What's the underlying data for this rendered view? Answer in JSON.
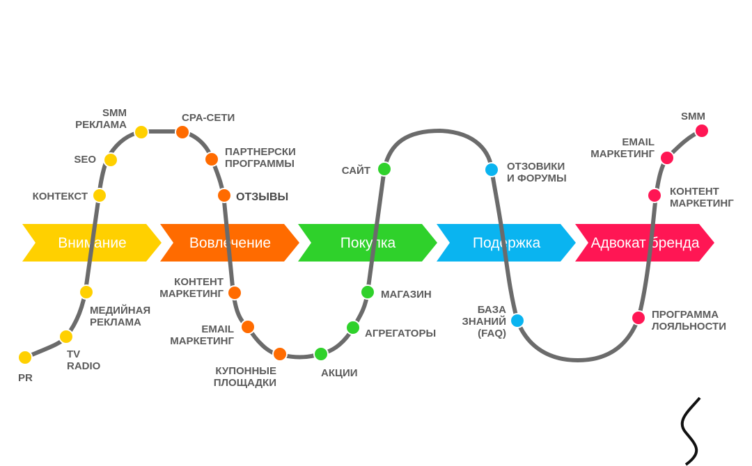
{
  "colors": {
    "path": "#6b6b6b",
    "yellow": "#ffd000",
    "orange": "#ff6b00",
    "green": "#2fd12b",
    "blue": "#0ab4f0",
    "red": "#ff1654"
  },
  "stages": [
    {
      "label": "Внимание",
      "color": "yellow"
    },
    {
      "label": "Вовлечение",
      "color": "orange"
    },
    {
      "label": "Покупка",
      "color": "green"
    },
    {
      "label": "Подержка",
      "color": "blue"
    },
    {
      "label": "Адвокат бренда",
      "color": "red"
    }
  ],
  "points": [
    {
      "id": "pr",
      "lines": [
        "PR"
      ],
      "color": "yellow"
    },
    {
      "id": "tv-radio",
      "lines": [
        "TV",
        "RADIO"
      ],
      "color": "yellow"
    },
    {
      "id": "media-ads",
      "lines": [
        "МЕДИЙНАЯ",
        "РЕКЛАМА"
      ],
      "color": "yellow"
    },
    {
      "id": "context",
      "lines": [
        "КОНТЕКСТ"
      ],
      "color": "yellow"
    },
    {
      "id": "seo",
      "lines": [
        "SEO"
      ],
      "color": "yellow"
    },
    {
      "id": "smm-ads",
      "lines": [
        "SMM",
        "РЕКЛАМА"
      ],
      "color": "yellow"
    },
    {
      "id": "cpa",
      "lines": [
        "CPA-СЕТИ"
      ],
      "color": "orange"
    },
    {
      "id": "partner",
      "lines": [
        "ПАРТНЕРСКИ",
        "ПРОГРАММЫ"
      ],
      "color": "orange"
    },
    {
      "id": "reviews",
      "lines": [
        "ОТЗЫВЫ"
      ],
      "color": "orange"
    },
    {
      "id": "content-1",
      "lines": [
        "КОНТЕНТ",
        "МАРКЕТИНГ"
      ],
      "color": "orange"
    },
    {
      "id": "email-1",
      "lines": [
        "EMAIL",
        "МАРКЕТИНГ"
      ],
      "color": "orange"
    },
    {
      "id": "coupons",
      "lines": [
        "КУПОННЫЕ",
        "ПЛОЩАДКИ"
      ],
      "color": "orange"
    },
    {
      "id": "promo",
      "lines": [
        "АКЦИИ"
      ],
      "color": "green"
    },
    {
      "id": "aggregators",
      "lines": [
        "АГРЕГАТОРЫ"
      ],
      "color": "green"
    },
    {
      "id": "shop",
      "lines": [
        "МАГАЗИН"
      ],
      "color": "green"
    },
    {
      "id": "site",
      "lines": [
        "САЙТ"
      ],
      "color": "green"
    },
    {
      "id": "review-sites",
      "lines": [
        "ОТЗОВИКИ",
        "И ФОРУМЫ"
      ],
      "color": "blue"
    },
    {
      "id": "faq",
      "lines": [
        "БАЗА",
        "ЗНАНИЙ",
        "(FAQ)"
      ],
      "color": "blue"
    },
    {
      "id": "loyalty",
      "lines": [
        "ПРОГРАММА",
        "ЛОЯЛЬНОСТИ"
      ],
      "color": "red"
    },
    {
      "id": "content-2",
      "lines": [
        "КОНТЕНТ",
        "МАРКЕТИНГ"
      ],
      "color": "red"
    },
    {
      "id": "email-2",
      "lines": [
        "EMAIL",
        "МАРКЕТИНГ"
      ],
      "color": "red"
    },
    {
      "id": "smm",
      "lines": [
        "SMM"
      ],
      "color": "red"
    }
  ]
}
